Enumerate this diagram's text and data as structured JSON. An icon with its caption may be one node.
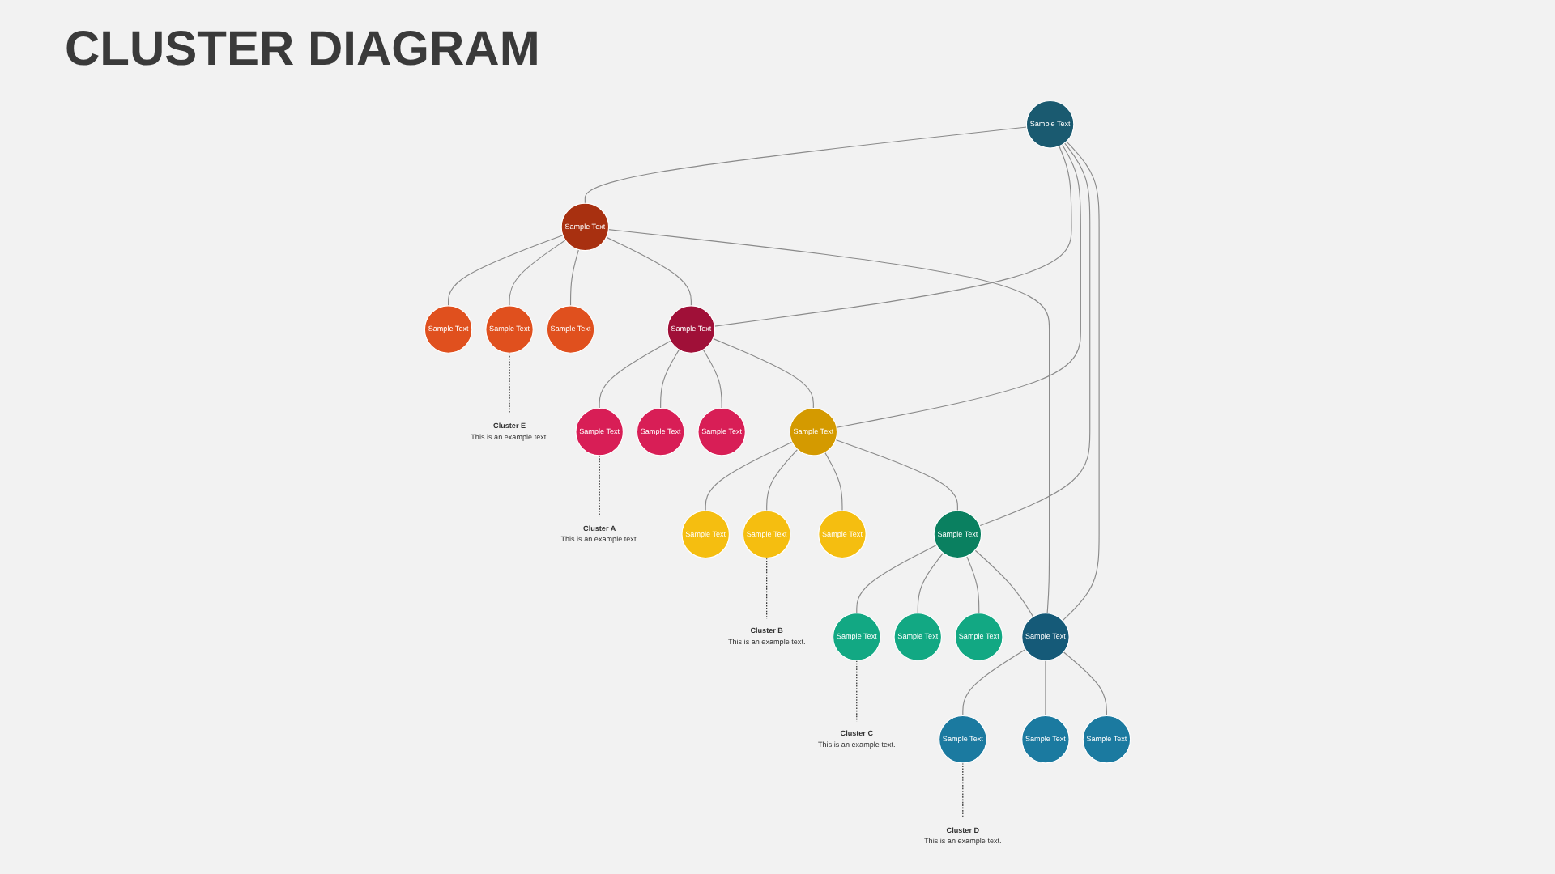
{
  "diagram": {
    "title": "CLUSTER DIAGRAM",
    "nodes": [
      {
        "text": [
          "Sample Text"
        ]
      },
      {
        "text": [
          "Sample Text"
        ]
      },
      {
        "text": [
          "Sample Text"
        ]
      },
      {
        "text": [
          "Sample Text"
        ]
      },
      {
        "text": [
          "Sample Text"
        ]
      },
      {
        "text": [
          "Sample Text"
        ]
      },
      {
        "text": [
          "Sample Text"
        ]
      },
      {
        "text": [
          "Sample Text"
        ]
      },
      {
        "text": [
          "Sample Text"
        ]
      },
      {
        "text": [
          "Sample Text"
        ]
      },
      {
        "text": [
          "Sample Text"
        ]
      },
      {
        "text": [
          "Sample Text"
        ]
      },
      {
        "text": [
          "Sample Text"
        ]
      },
      {
        "text": [
          "Sample Text"
        ]
      },
      {
        "text": [
          "Sample Text"
        ]
      },
      {
        "text": [
          "Sample Text"
        ]
      },
      {
        "text": [
          "Sample Text"
        ]
      },
      {
        "text": [
          "Sample Text"
        ]
      },
      {
        "text": [
          "Sample Text"
        ]
      },
      {
        "text": [
          "Sample Text"
        ]
      },
      {
        "text": [
          "Sample Text"
        ]
      },
      {
        "text": [
          "Cluster A",
          "This is an example text."
        ]
      },
      {
        "text": [
          "Cluster B",
          "This is an example text."
        ]
      },
      {
        "text": [
          "Cluster C",
          "This is an example text."
        ]
      },
      {
        "text": [
          "Cluster D",
          "This is an example text."
        ]
      },
      {
        "text": [
          "Cluster E",
          "This is an example text."
        ]
      }
    ],
    "edges": [
      {
        "from": 0,
        "to": 17,
        "arrow": "none"
      },
      {
        "from": 17,
        "to": 18,
        "arrow": "none"
      },
      {
        "from": 17,
        "to": 19,
        "arrow": "none"
      },
      {
        "from": 17,
        "to": 20,
        "arrow": "none"
      },
      {
        "from": 0,
        "to": 1,
        "arrow": "none"
      },
      {
        "from": 1,
        "to": 2,
        "arrow": "none"
      },
      {
        "from": 1,
        "to": 3,
        "arrow": "none"
      },
      {
        "from": 1,
        "to": 4,
        "arrow": "none"
      },
      {
        "from": 0,
        "to": 5,
        "arrow": "none"
      },
      {
        "from": 5,
        "to": 6,
        "arrow": "none"
      },
      {
        "from": 5,
        "to": 7,
        "arrow": "none"
      },
      {
        "from": 5,
        "to": 8,
        "arrow": "none"
      },
      {
        "from": 0,
        "to": 9,
        "arrow": "none"
      },
      {
        "from": 9,
        "to": 10,
        "arrow": "none"
      },
      {
        "from": 9,
        "to": 11,
        "arrow": "none"
      },
      {
        "from": 9,
        "to": 12,
        "arrow": "none"
      },
      {
        "from": 0,
        "to": 13,
        "arrow": "none"
      },
      {
        "from": 13,
        "to": 14,
        "arrow": "none"
      },
      {
        "from": 13,
        "to": 15,
        "arrow": "none"
      },
      {
        "from": 13,
        "to": 16,
        "arrow": "none"
      },
      {
        "from": 17,
        "to": 1,
        "arrow": "none"
      },
      {
        "from": 1,
        "to": 5,
        "arrow": "none"
      },
      {
        "from": 5,
        "to": 9,
        "arrow": "none"
      },
      {
        "from": 9,
        "to": 13,
        "arrow": "none"
      },
      {
        "from": 13,
        "to": 17,
        "arrow": "none"
      },
      {
        "from": 19,
        "to": 25,
        "arrow": "none",
        "style": "dashed",
        "color": "#222222"
      },
      {
        "from": 2,
        "to": 21,
        "arrow": "none",
        "style": "dashed",
        "color": "#222222"
      },
      {
        "from": 7,
        "to": 22,
        "arrow": "none",
        "style": "dashed",
        "color": "#222222"
      },
      {
        "from": 10,
        "to": 23,
        "arrow": "none",
        "style": "dashed",
        "color": "#222222"
      },
      {
        "from": 14,
        "to": 24,
        "arrow": "none",
        "style": "dashed",
        "color": "#222222"
      }
    ]
  }
}
